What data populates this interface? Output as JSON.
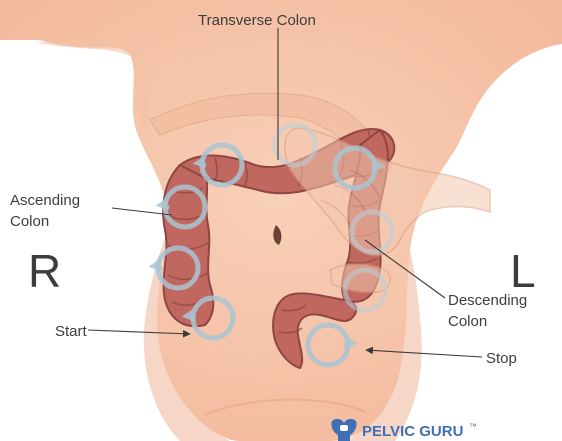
{
  "labels": {
    "transverse": "Transverse Colon",
    "ascending_line1": "Ascending",
    "ascending_line2": "Colon",
    "descending_line1": "Descending",
    "descending_line2": "Colon",
    "start": "Start",
    "stop": "Stop",
    "right": "R",
    "left": "L"
  },
  "brand": {
    "name": "PELVIC GURU",
    "mark": "™"
  },
  "colors": {
    "skin": "#f6c7ae",
    "skin_shadow": "#f0b89a",
    "colon": "#c0675f",
    "colon_dark": "#8f4744",
    "massage_circle": "#a9c4d2",
    "brand_blue": "#3f6fb5",
    "text": "#3d3d3d"
  },
  "icons": {
    "brand_logo": "pelvic-figure-icon"
  }
}
